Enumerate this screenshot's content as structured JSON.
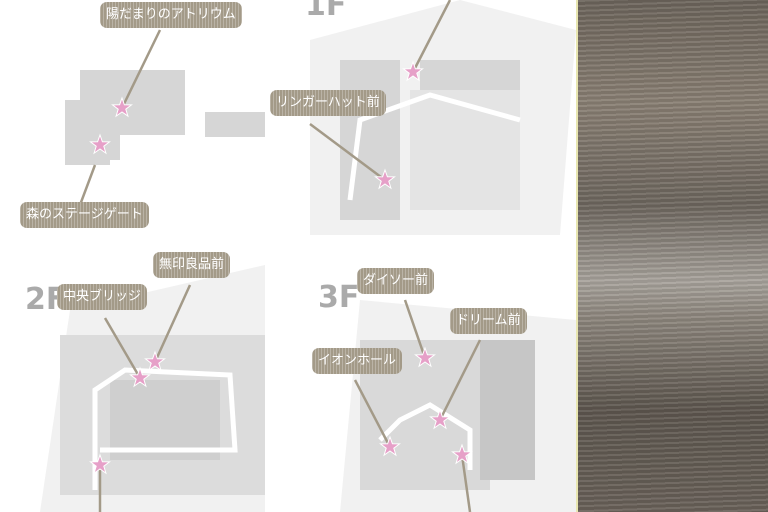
{
  "floors": {
    "f1": "1F",
    "f2": "2F",
    "f3": "3F"
  },
  "labels": {
    "hidamari": "陽だまりのアトリウム",
    "ringerhut": "リンガーハット前",
    "mori": "森のステージゲート",
    "chuo": "中央ブリッジ",
    "muji": "無印良品前",
    "daiso": "ダイソー前",
    "dream": "ドリーム前",
    "aeonhall": "イオンホール"
  },
  "marker_icon": "star-icon",
  "colors": {
    "label_bg": "#a39a88",
    "star": "#e6a0c8",
    "map_gray": "#e2e2e2"
  }
}
